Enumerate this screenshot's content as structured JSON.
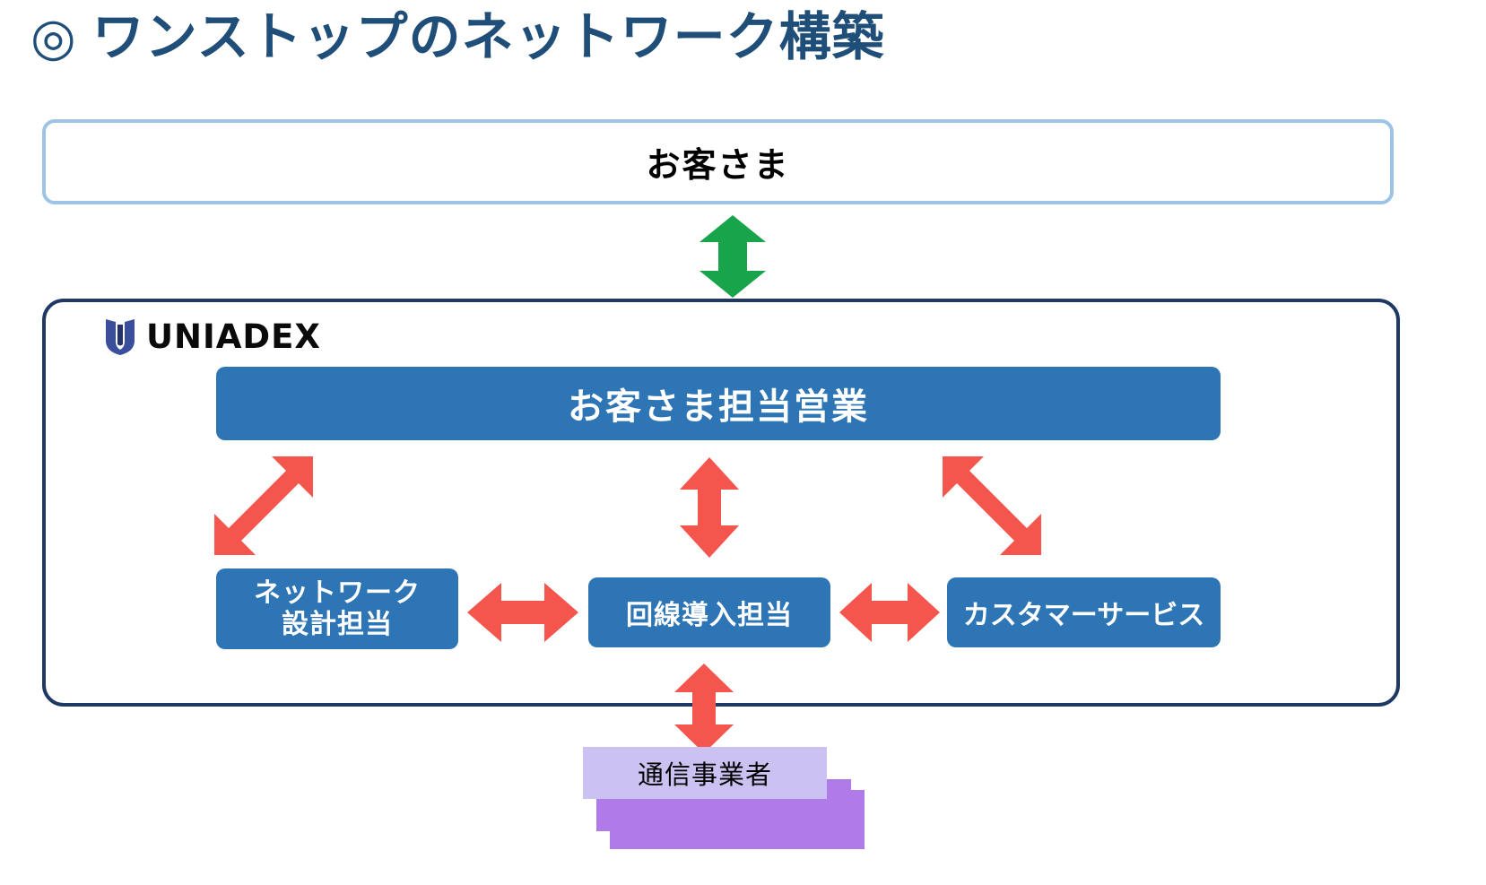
{
  "title": {
    "bullet": "◎",
    "text": "ワンストップのネットワーク構築",
    "color": "#1F4E79"
  },
  "customer": {
    "label": "お客さま",
    "border_color": "#9DC3E6"
  },
  "company": {
    "logo_text": "UNIADEX",
    "logo_mark_color": "#3B4E9B",
    "border_color": "#1F3864"
  },
  "sales": {
    "label": "お客さま担当営業",
    "color": "#2E75B6"
  },
  "roles": [
    {
      "id": "network-design",
      "label_line1": "ネットワーク",
      "label_line2": "設計担当",
      "color": "#2E75B6"
    },
    {
      "id": "line-installation",
      "label": "回線導入担当",
      "color": "#2E75B6"
    },
    {
      "id": "customer-service",
      "label": "カスタマーサービス",
      "color": "#2E75B6"
    }
  ],
  "carrier": {
    "label": "通信事業者",
    "front_color": "#CCC2F2",
    "stack_color": "#B07AE8"
  },
  "arrows": {
    "customer_link": {
      "name": "green-double-arrow-vertical",
      "color": "#17A44B",
      "direction": "both"
    },
    "sales_to_network": {
      "name": "red-double-arrow-diagonal-up-right",
      "color": "#F4564E",
      "direction": "both"
    },
    "sales_to_line": {
      "name": "red-double-arrow-vertical",
      "color": "#F4564E",
      "direction": "both"
    },
    "sales_to_cs": {
      "name": "red-double-arrow-diagonal-up-left",
      "color": "#F4564E",
      "direction": "both"
    },
    "network_to_line": {
      "name": "red-double-arrow-horizontal",
      "color": "#F4564E",
      "direction": "both"
    },
    "line_to_cs": {
      "name": "red-double-arrow-horizontal",
      "color": "#F4564E",
      "direction": "both"
    },
    "line_to_carrier": {
      "name": "red-double-arrow-vertical",
      "color": "#F4564E",
      "direction": "both"
    }
  }
}
